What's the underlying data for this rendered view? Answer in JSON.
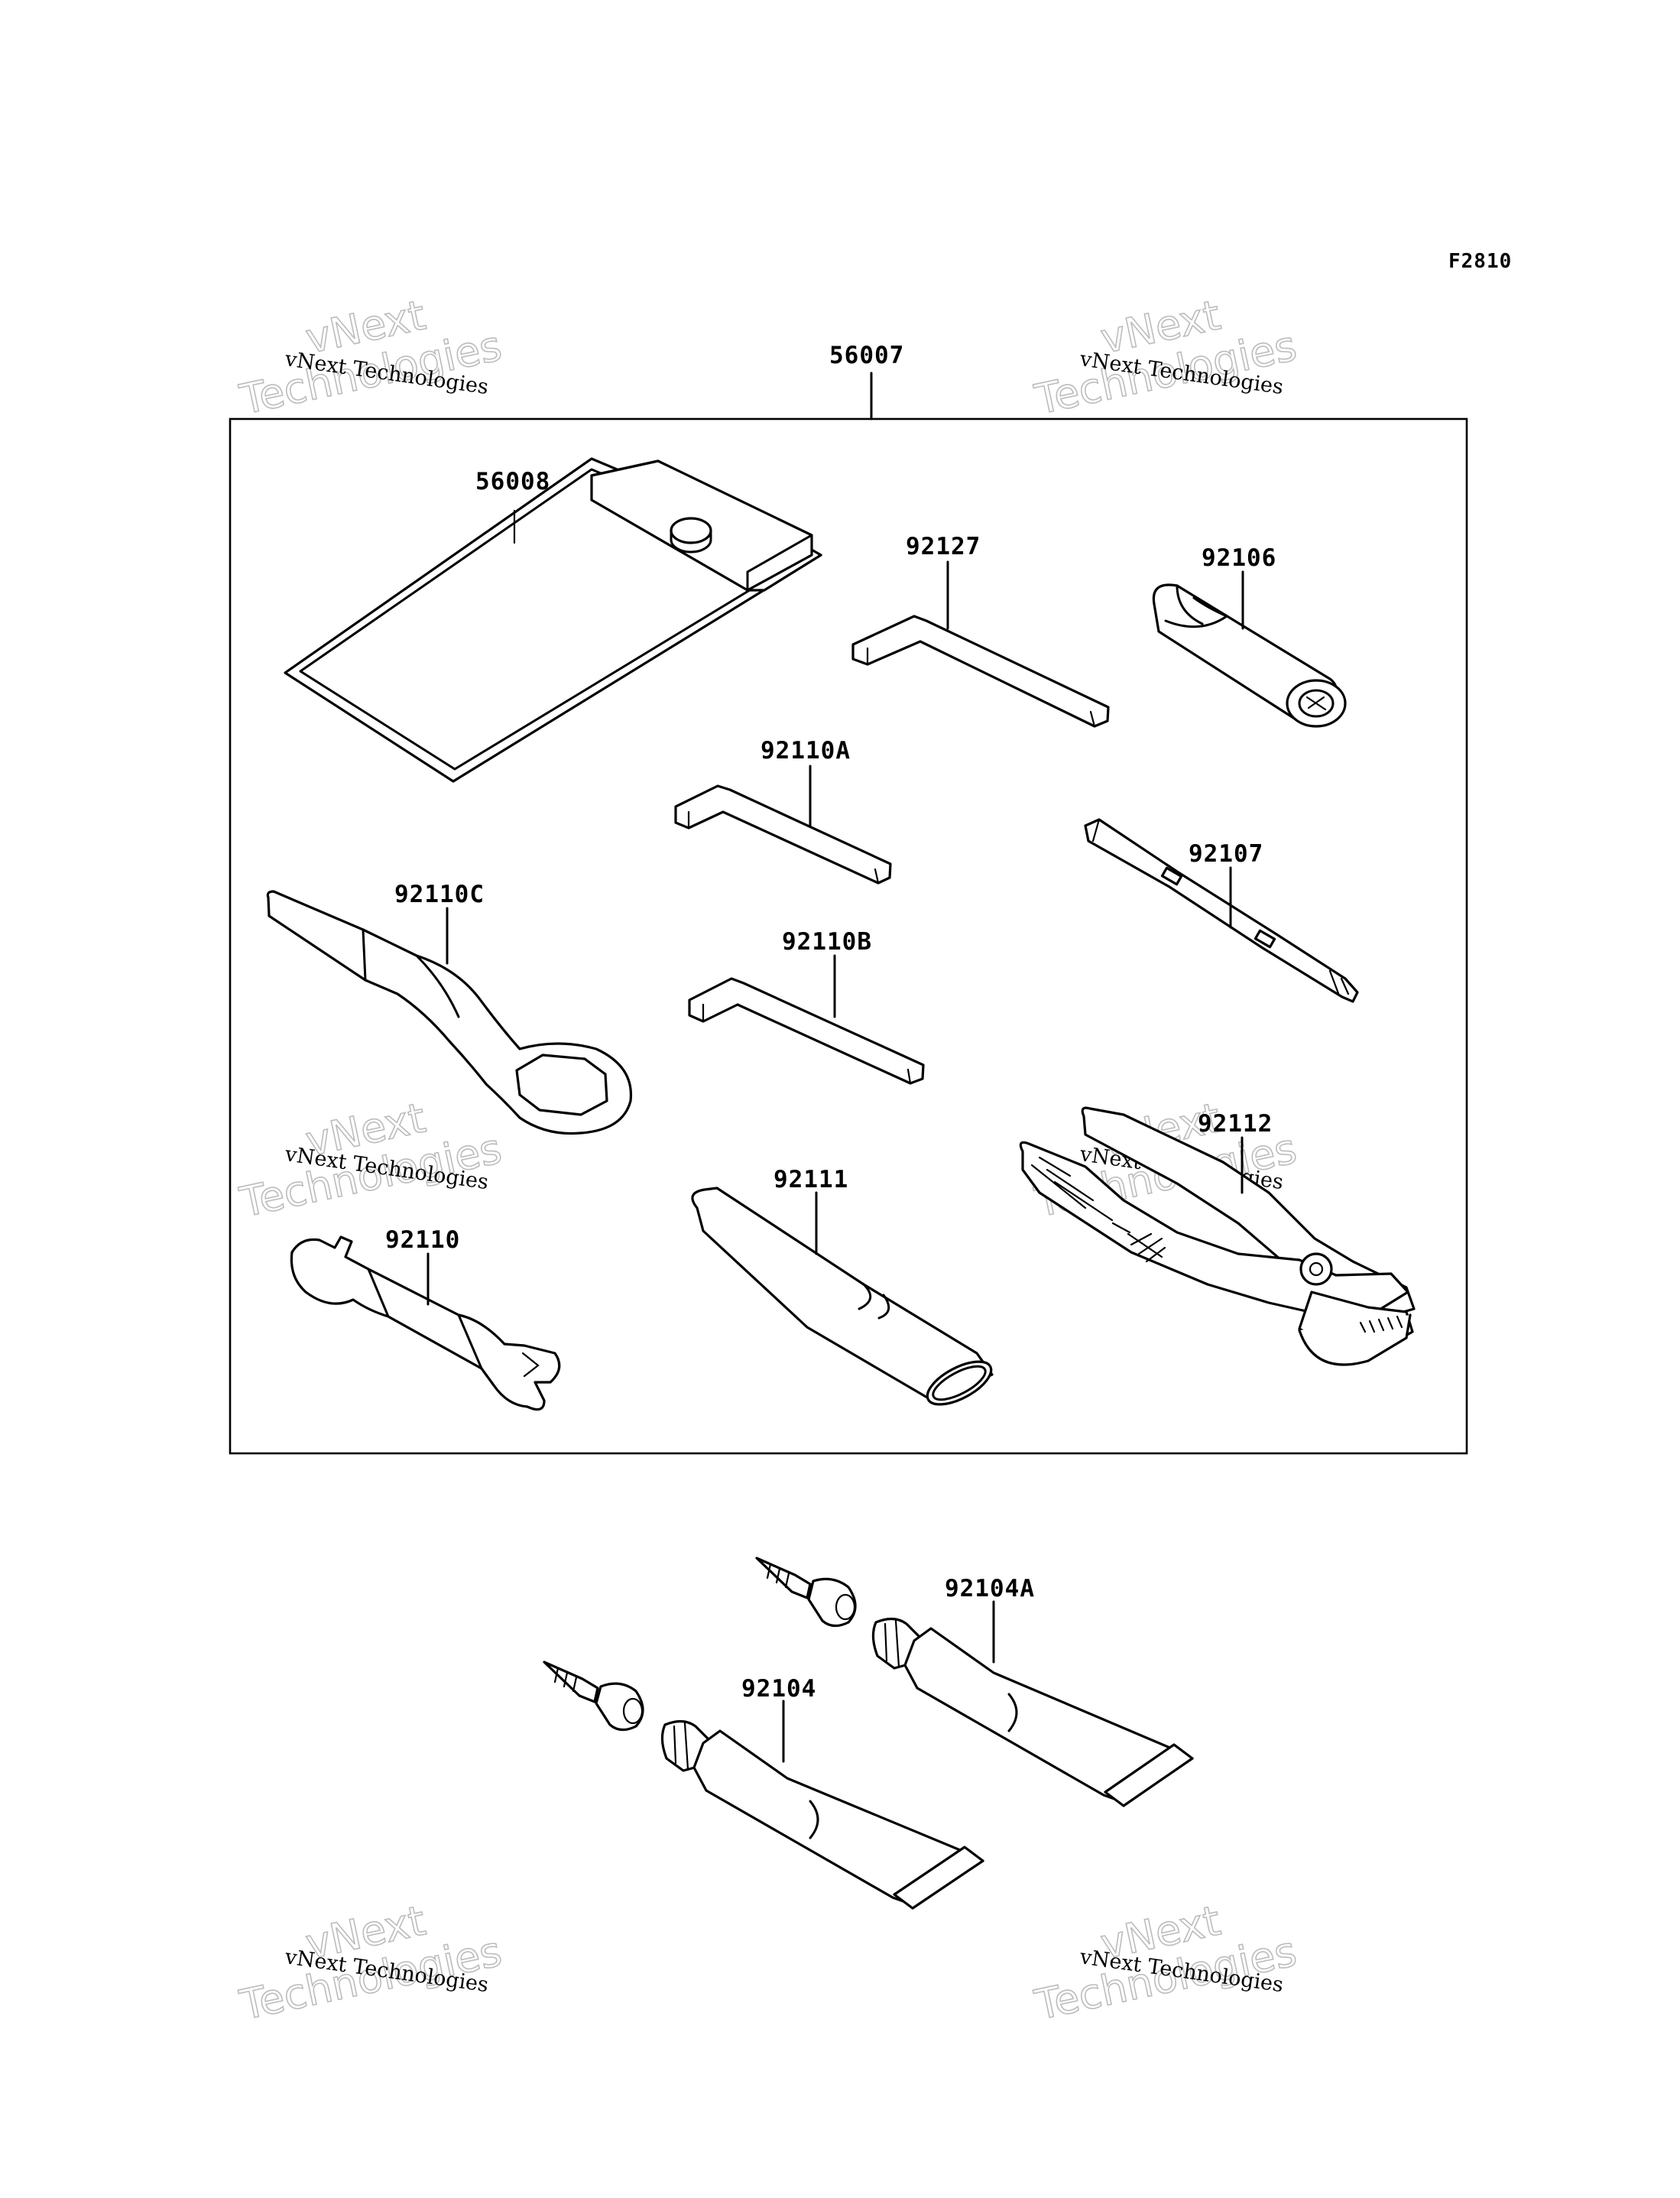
{
  "figure_code": "F2810",
  "watermark": {
    "line1": "vNext Technologies",
    "line2": "vNext",
    "line3": "Technologies"
  },
  "parts": {
    "kit": "56007",
    "pouch": "56008",
    "hex_key_long": "92127",
    "screwdriver_grip": "92106",
    "hex_key_a": "92110A",
    "screwdriver_bit": "92107",
    "box_wrench": "92110C",
    "hex_key_b": "92110B",
    "pliers": "92112",
    "open_wrench": "92110",
    "handle_bar": "92111",
    "tube_a": "92104A",
    "tube": "92104"
  }
}
